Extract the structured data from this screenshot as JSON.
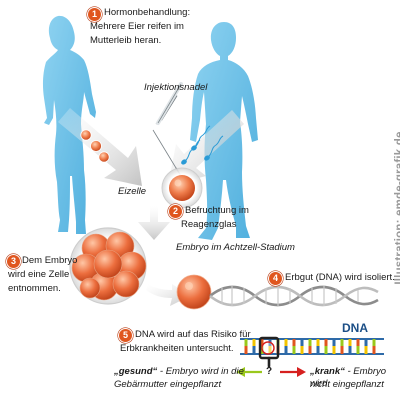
{
  "steps": [
    {
      "number": "1",
      "lines": [
        "Hormonbehandlung:",
        "Mehrere Eier reifen im",
        "Mutterleib heran."
      ]
    },
    {
      "number": "2",
      "lines": [
        "Befruchtung im",
        "Reagenzglas"
      ]
    },
    {
      "number": "3",
      "lines": [
        "Dem Embryo",
        "wird eine Zelle",
        "entnommen."
      ]
    },
    {
      "number": "4",
      "lines": [
        "Erbgut (DNA) wird isoliert."
      ]
    },
    {
      "number": "5",
      "lines": [
        "DNA wird auf das Risiko für",
        "Erbkrankheiten untersucht."
      ]
    }
  ],
  "labels": {
    "injection": "Injektionsnadel",
    "egg": "Eizelle",
    "embryo": "Embryo im Achtzell-Stadium",
    "dna": "DNA",
    "question": "?"
  },
  "outcomes": {
    "healthy_word": "„gesund“",
    "healthy_line1": " - Embryo wird in die",
    "healthy_line2": "Gebärmutter eingepflanzt",
    "sick_word": "„krank“",
    "sick_line1": " - Embryo wird",
    "sick_line2": "nicht eingepflanzt"
  },
  "credit": "Illustration: emde-grafik.de",
  "icons": [
    "woman-silhouette",
    "man-silhouette",
    "injection-needle",
    "sperm-cells",
    "egg-cell",
    "eight-cell-embryo",
    "single-cell",
    "dna-helix",
    "magnifier-icon",
    "arrow-left-icon",
    "arrow-right-icon"
  ],
  "colors": {
    "accent": "#e0561f",
    "silhouette": "#6fc3e8",
    "healthy_arrow": "#9ac81c",
    "sick_arrow": "#d6201f",
    "dna_blue": "#1b4e86",
    "cell_orange": "#e8663a"
  }
}
